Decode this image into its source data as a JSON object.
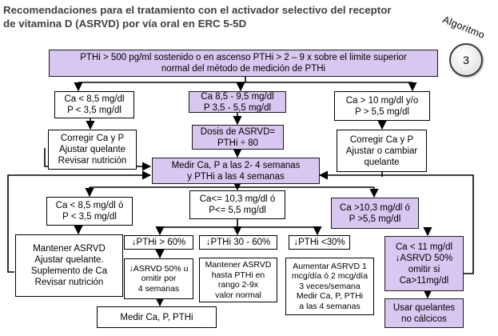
{
  "title": {
    "line1": "Recomendaciones para el tratamiento con el activador selectivo del receptor",
    "line2": "de vitamina D (ASRVD) por vía oral en ERC 5-5D"
  },
  "badge": {
    "word": "Algoritmo",
    "number": "3"
  },
  "boxes": {
    "top": [
      "PTHi > 500 pg/ml sostenido o en ascenso PTHi > 2 – 9 x sobre el limite superior",
      "normal del método de medición de PTHi"
    ],
    "ca_low": [
      "Ca < 8,5 mg/dl",
      "P < 3,5 mg/dl"
    ],
    "ca_mid": [
      "Ca 8,5 - 9,5 mg/dl",
      "P 3,5 - 5,5 mg/dl"
    ],
    "ca_high": [
      "Ca > 10 mg/dl y/o",
      "P > 5,5 mg/dl"
    ],
    "corregir1": [
      "Corregir Ca y P",
      "Ajustar quelante",
      "Revisar nutrición"
    ],
    "dosis": [
      "Dosis de ASRVD=",
      "PTHi ÷ 80"
    ],
    "corregir2": [
      "Corregir Ca y P",
      "Ajustar o cambiar",
      "quelante"
    ],
    "medir": [
      "Medir Ca, P a las 2- 4 semanas",
      "y PTHi a las 4 semanas"
    ],
    "ca_low2": [
      "Ca < 8,5 mg/dl ó",
      "P < 3,5 mg/dl"
    ],
    "ca_mid2": [
      "Ca<= 10,3 mg/dl ó",
      "P<= 5,5 mg/dl"
    ],
    "ca_high2": [
      "Ca >10,3 mg/dl ó",
      "P >5,5 mg/dl"
    ],
    "mantener": [
      "Mantener ASRVD",
      "Ajustar quelante.",
      "Suplemento de Ca",
      "Revisar nutrición"
    ],
    "pth60": [
      "↓PTHi > 60%"
    ],
    "pth3060": [
      "↓PTHi 30 - 60%"
    ],
    "pth30": [
      "↓PTHi <30%"
    ],
    "ca11": [
      "Ca < 11 mg/dl",
      "↓ASRVD 50%",
      "omitir si",
      "Ca>11mg/dl"
    ],
    "asrvd50": [
      "↓ASRVD 50% u",
      "omitir por",
      "4 semanas"
    ],
    "mantener2": [
      "Mantener ASRVD",
      "hasta PTHi en",
      "rango 2-9x",
      "valor normal"
    ],
    "aumentar": [
      "Aumentar ASRVD 1",
      "mcg/día ó 2 mcg/día",
      "3 veces/semana",
      "Medir Ca, P, PTHi",
      "a las 4 semanas"
    ],
    "medir2": [
      "Medir Ca, P, PTHi"
    ],
    "quelantes": [
      "Usar quelantes",
      "no cálcicos"
    ]
  }
}
